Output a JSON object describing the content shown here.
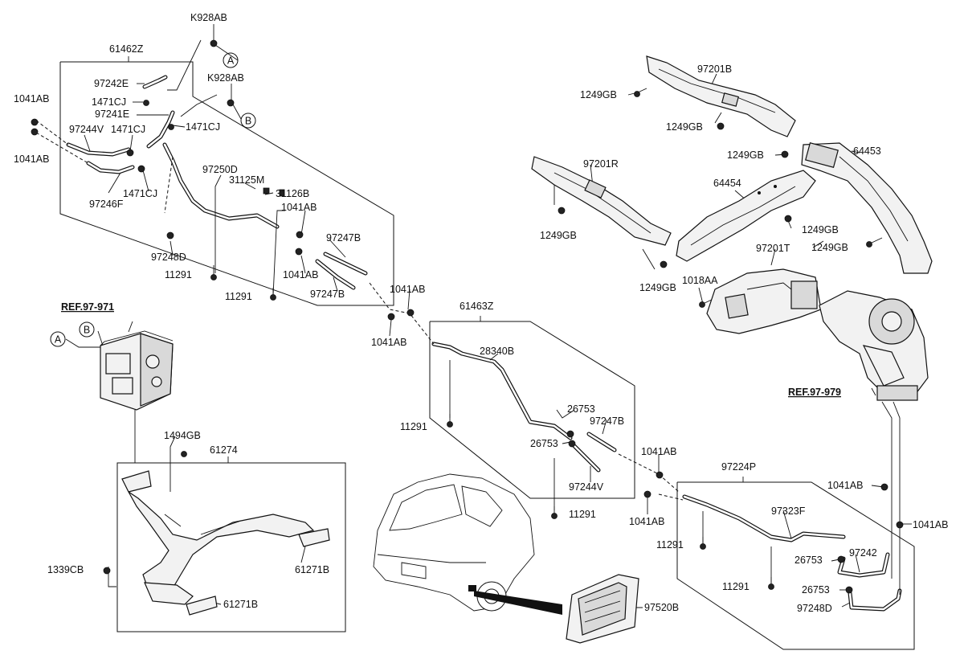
{
  "refs": {
    "r1": "REF.97-971",
    "r2": "REF.97-979"
  },
  "circles": {
    "a": "A",
    "b": "B"
  },
  "labels": {
    "k928ab_1": "K928AB",
    "k928ab_2": "K928AB",
    "p61462z": "61462Z",
    "p97242e": "97242E",
    "p1471cj_a": "1471CJ",
    "p97241e": "97241E",
    "p1471cj_b": "1471CJ",
    "p1041ab_a": "1041AB",
    "p97244v_a": "97244V",
    "p1471cj_c": "1471CJ",
    "p1041ab_b": "1041AB",
    "p1471cj_d": "1471CJ",
    "p97246f": "97246F",
    "p97250d": "97250D",
    "p31125m": "31125M",
    "p31126b": "31126B",
    "p1041ab_c": "1041AB",
    "p97247b_a": "97247B",
    "p97248d_a": "97248D",
    "p1041ab_d": "1041AB",
    "p11291_a": "11291",
    "p11291_b": "11291",
    "p97247b_b": "97247B",
    "p1041ab_e": "1041AB",
    "p1041ab_f": "1041AB",
    "p61463z": "61463Z",
    "p28340b": "28340B",
    "p11291_c": "11291",
    "p26753_a": "26753",
    "p97247b_c": "97247B",
    "p26753_b": "26753",
    "p97244v_b": "97244V",
    "p11291_d": "11291",
    "p1041ab_g": "1041AB",
    "p1041ab_h": "1041AB",
    "p97224p": "97224P",
    "p1041ab_i": "1041AB",
    "p97323f": "97323F",
    "p1041ab_j": "1041AB",
    "p11291_e": "11291",
    "p26753_c": "26753",
    "p97242": "97242",
    "p11291_f": "11291",
    "p26753_d": "26753",
    "p97248d_b": "97248D",
    "p97520b": "97520B",
    "p1494gb": "1494GB",
    "p61274": "61274",
    "p1339cb": "1339CB",
    "p61271b_a": "61271B",
    "p61271b_b": "61271B",
    "p97201b": "97201B",
    "p1249gb_a": "1249GB",
    "p1249gb_b": "1249GB",
    "p97201r": "97201R",
    "p1249gb_c": "1249GB",
    "p64453": "64453",
    "p64454": "64454",
    "p1249gb_d": "1249GB",
    "p1249gb_e": "1249GB",
    "p1249gb_f": "1249GB",
    "p1249gb_g": "1249GB",
    "p97201t": "97201T",
    "p1018aa": "1018AA"
  }
}
